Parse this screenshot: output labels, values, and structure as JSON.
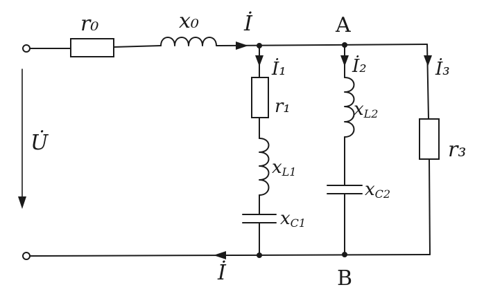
{
  "diagram": {
    "type": "electrical-circuit",
    "labels": {
      "r0": "r₀",
      "x0": "x₀",
      "current_main_top": "İ",
      "node_a": "A",
      "current_1": "İ₁",
      "current_2": "İ₂",
      "current_3": "İ₃",
      "r1": "r₁",
      "xl1": "x",
      "xl1_sub": "L1",
      "xc1": "x",
      "xc1_sub": "C1",
      "xl2": "x",
      "xl2_sub": "L2",
      "xc2": "x",
      "xc2_sub": "C2",
      "r3": "r₃",
      "voltage": "U̇",
      "current_main_bottom": "İ",
      "node_b": "B"
    }
  }
}
